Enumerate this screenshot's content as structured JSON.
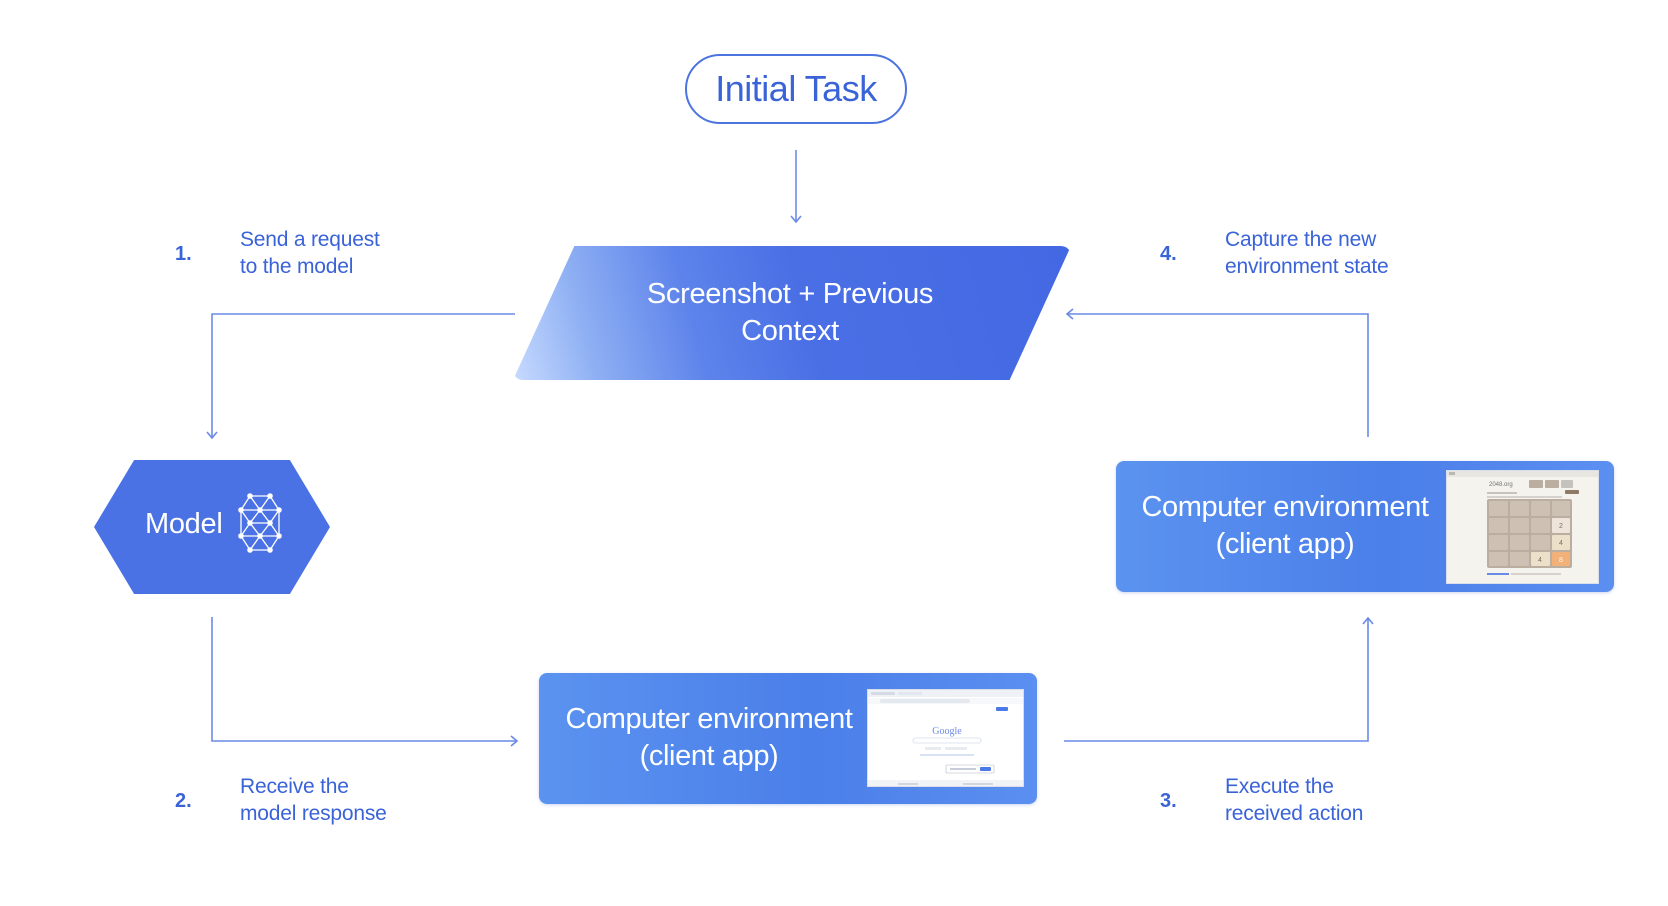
{
  "initial_task": "Initial Task",
  "context_box": {
    "line1": "Screenshot + Previous",
    "line2": "Context"
  },
  "model": {
    "label": "Model",
    "icon": "neural-network-icon"
  },
  "environment_right": {
    "line1": "Computer environment",
    "line2": "(client app)",
    "thumbnail": {
      "title": "2048.org",
      "tiles": [
        "2",
        "4",
        "4",
        "8"
      ]
    }
  },
  "environment_bottom": {
    "line1": "Computer environment",
    "line2": "(client app)",
    "thumbnail": {
      "logo": "Google"
    }
  },
  "steps": [
    {
      "number": "1.",
      "line1": "Send a request",
      "line2": "to the model"
    },
    {
      "number": "2.",
      "line1": "Receive the",
      "line2": "model response"
    },
    {
      "number": "3.",
      "line1": "Execute the",
      "line2": "received action"
    },
    {
      "number": "4.",
      "line1": "Capture the new",
      "line2": "environment state"
    }
  ],
  "colors": {
    "primary": "#3a63d8",
    "connector": "#5b80e6",
    "hexagon": "#4a72e4",
    "box": "#5b93f0"
  }
}
